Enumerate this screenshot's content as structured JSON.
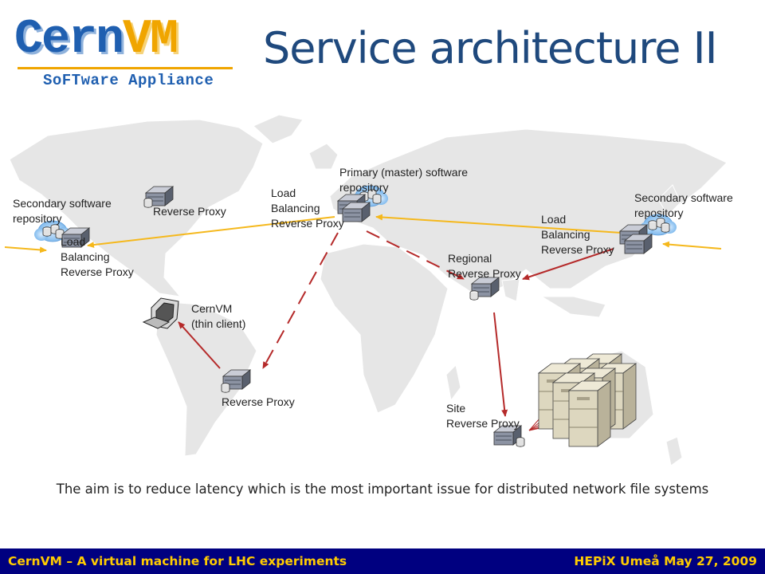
{
  "logo": {
    "word_a": "Cern",
    "word_b": "VM",
    "tagline": "SoFTware Appliance"
  },
  "slide": {
    "title": "Service architecture II"
  },
  "labels": {
    "secondary_west": "Secondary software\nrepository",
    "lb_west": "Load\nBalancing\nReverse Proxy",
    "reverse_proxy_na": "Reverse Proxy",
    "lb_europe": "Load\nBalancing\nReverse Proxy",
    "primary": "Primary (master) software\nrepository",
    "secondary_east": "Secondary software\nrepository",
    "lb_east": "Load\nBalancing\nReverse Proxy",
    "regional": "Regional\nReverse Proxy",
    "cernvm": "CernVM\n(thin client)",
    "reverse_proxy_sa": "Reverse Proxy",
    "site": "Site\nReverse Proxy"
  },
  "caption": "The aim is to reduce latency which is the most important issue for distributed network file systems",
  "footer": {
    "left": "CernVM – A virtual machine for LHC experiments",
    "right": "HEPiX Umeå May 27, 2009"
  },
  "colors": {
    "title": "#1f497d",
    "footer_bg": "#000080",
    "footer_text": "#ffcc00",
    "map": "#e6e6e6",
    "arrow_yellow": "#f5b81c",
    "arrow_red": "#b52a2a"
  }
}
